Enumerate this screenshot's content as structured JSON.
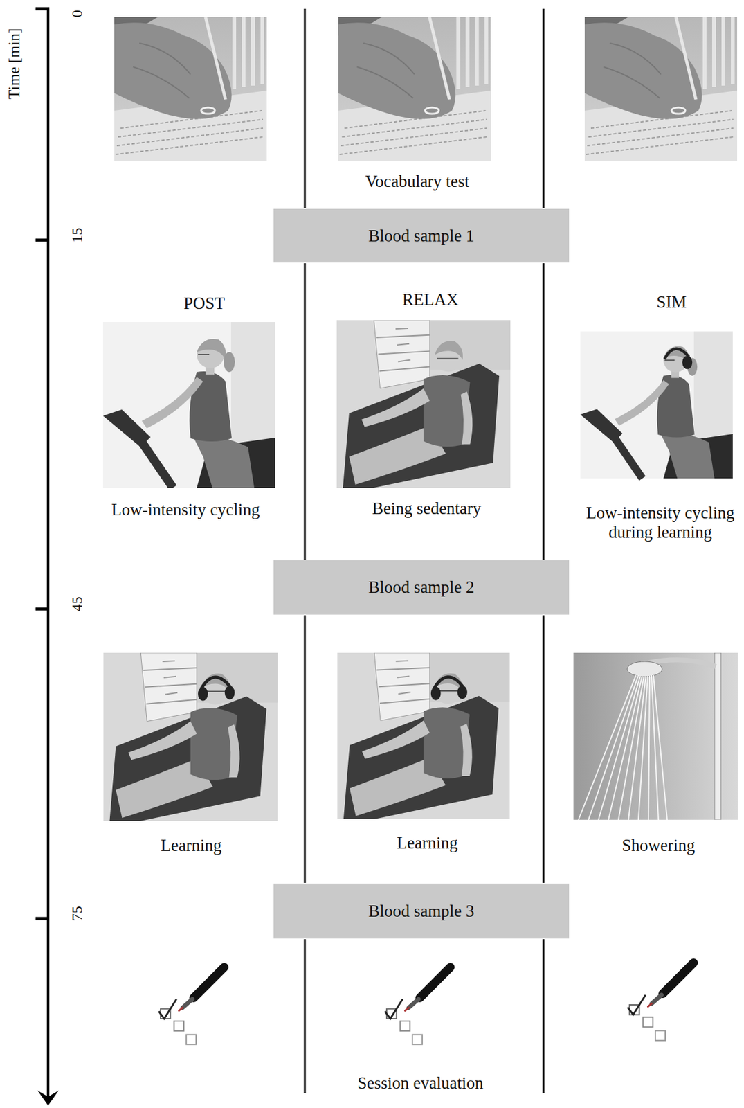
{
  "diagram": {
    "nodes": [
      {
        "text": [
          "Blood sample 1"
        ]
      },
      {
        "text": [
          "Blood sample 2"
        ]
      },
      {
        "text": [
          "Blood sample 3"
        ]
      }
    ],
    "labels": [
      "Time [min]",
      "0",
      "15",
      "45",
      "75",
      "Vocabulary test",
      "POST",
      "RELAX",
      "SIM",
      "Low-intensity cycling",
      "Being sedentary",
      "Low-intensity cycling during learning",
      "Learning",
      "Learning",
      "Showering",
      "Session evaluation"
    ]
  }
}
